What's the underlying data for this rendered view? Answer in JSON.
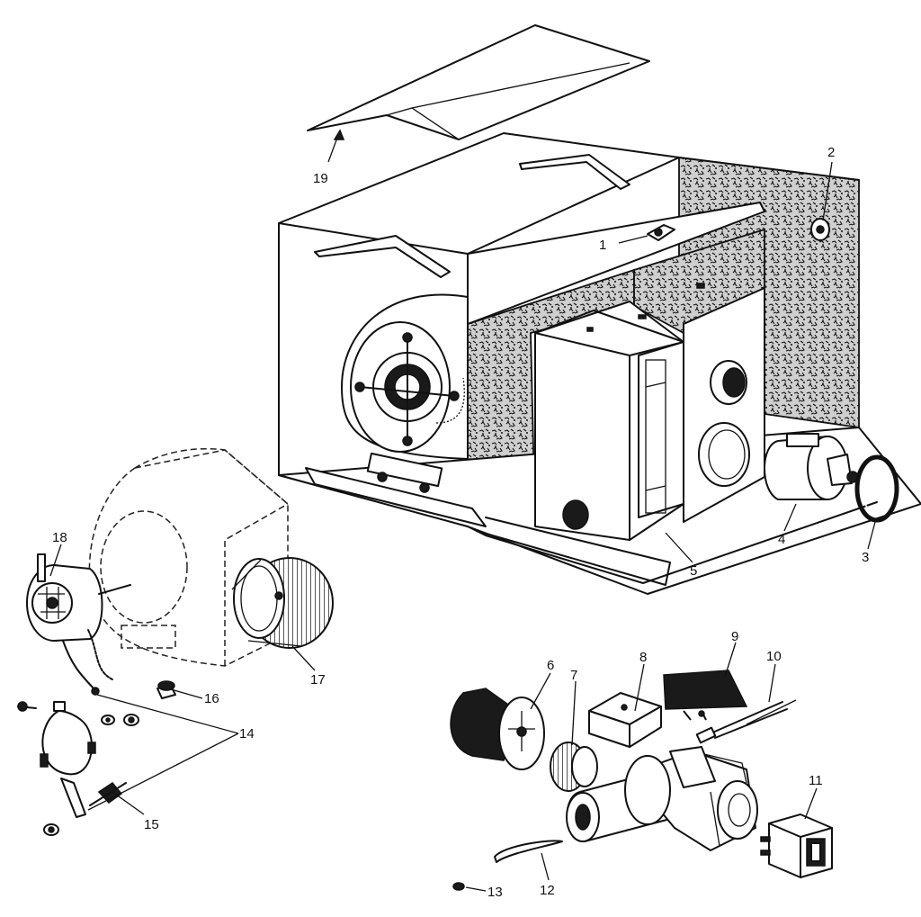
{
  "callouts": {
    "c1": "1",
    "c2": "2",
    "c3": "3",
    "c4": "4",
    "c5": "5",
    "c6": "6",
    "c7": "7",
    "c8": "8",
    "c9": "9",
    "c10": "10",
    "c11": "11",
    "c12": "12",
    "c13": "13",
    "c14": "14",
    "c15": "15",
    "c16": "16",
    "c17": "17",
    "c18": "18",
    "c19": "19"
  },
  "colors": {
    "ink": "#111111",
    "paper": "#ffffff"
  }
}
